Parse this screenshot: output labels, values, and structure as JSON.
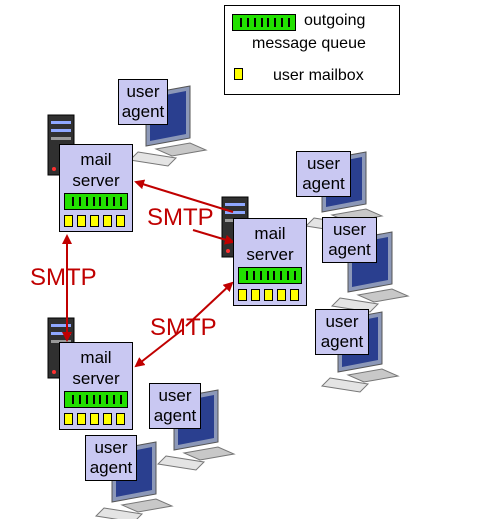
{
  "legend": {
    "queue_label_line1": "outgoing",
    "queue_label_line2": "message queue",
    "mailbox_label": "user mailbox"
  },
  "mail_server": {
    "line1": "mail",
    "line2": "server"
  },
  "user_agent": {
    "line1": "user",
    "line2": "agent"
  },
  "protocol_label": "SMTP",
  "colors": {
    "box_fill": "#c9c8f2",
    "queue_fill": "#22e000",
    "mailbox_fill": "#ffff00",
    "arrow": "#c00000"
  }
}
